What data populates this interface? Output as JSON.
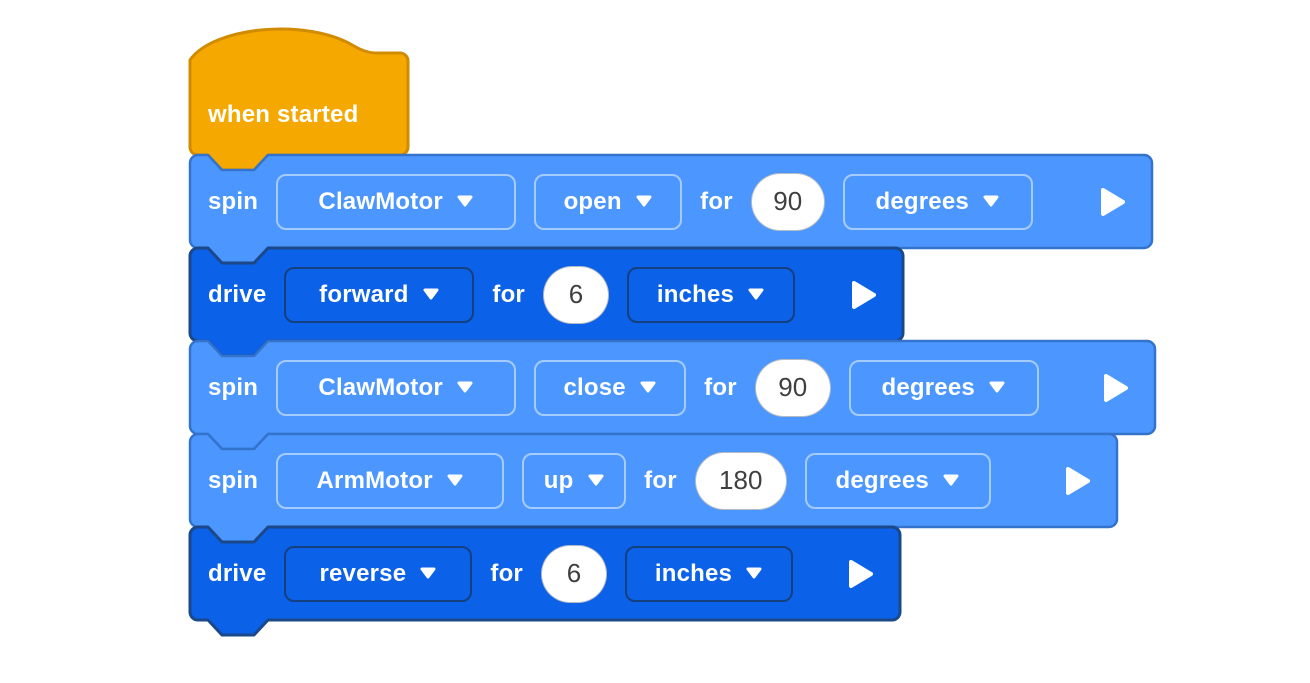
{
  "colors": {
    "background": "#FFFFFF",
    "hat_fill": "#F5A800",
    "hat_stroke": "#D18B00",
    "motor_fill": "#4C97FF",
    "motor_stroke": "#3373CC",
    "motor_field_border": "rgba(255,255,255,0.5)",
    "drive_fill": "#0B61E8",
    "drive_stroke": "#1A4889",
    "drive_field_border": "#14407F",
    "input_fill": "#FFFFFF",
    "input_text": "#3F3F3F",
    "block_text": "#FFFFFF"
  },
  "icons": {
    "dropdown": "chevron-down-icon",
    "expand": "play-arrow-icon"
  },
  "script": {
    "hat": {
      "label": "when started"
    },
    "rows": [
      {
        "kind": "spin",
        "verb": "spin",
        "motor": "ClawMotor",
        "action": "open",
        "for": "for",
        "value": "90",
        "unit": "degrees"
      },
      {
        "kind": "drive",
        "verb": "drive",
        "action": "forward",
        "for": "for",
        "value": "6",
        "unit": "inches"
      },
      {
        "kind": "spin",
        "verb": "spin",
        "motor": "ClawMotor",
        "action": "close",
        "for": "for",
        "value": "90",
        "unit": "degrees"
      },
      {
        "kind": "spin",
        "verb": "spin",
        "motor": "ArmMotor",
        "action": "up",
        "for": "for",
        "value": "180",
        "unit": "degrees"
      },
      {
        "kind": "drive",
        "verb": "drive",
        "action": "reverse",
        "for": "for",
        "value": "6",
        "unit": "inches"
      }
    ]
  }
}
